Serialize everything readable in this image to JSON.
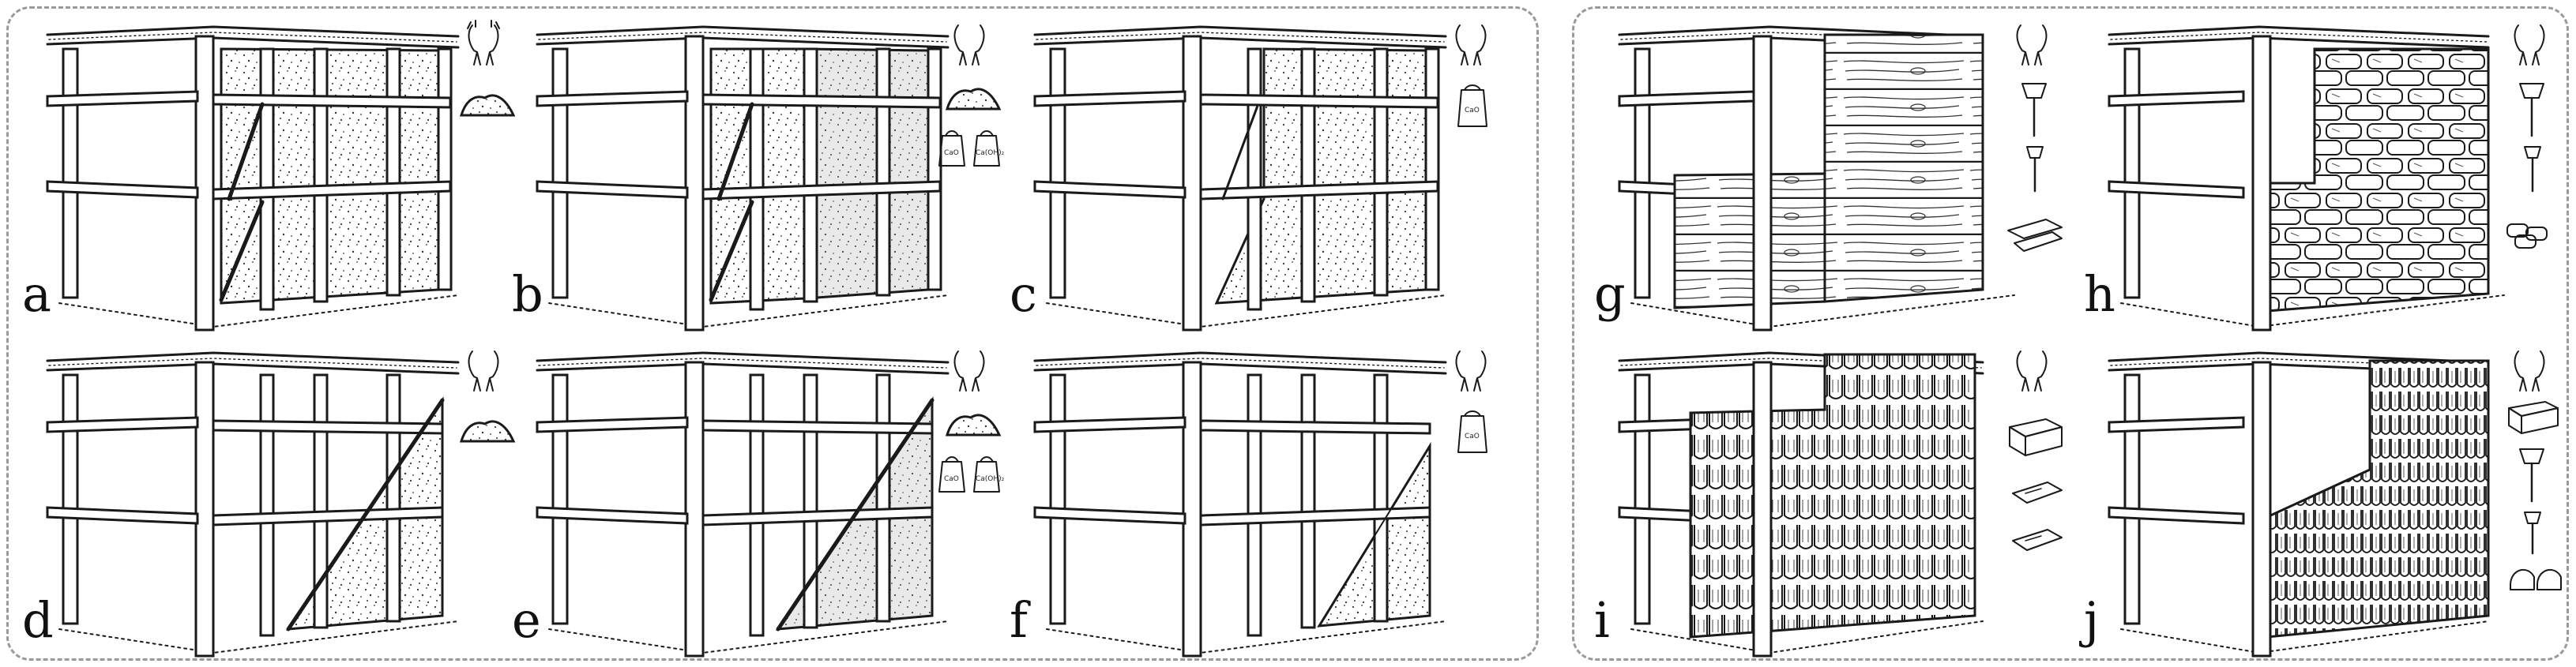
{
  "panels": [
    {
      "id": "a",
      "label": "a",
      "infill": "clay-plaster-full-bays",
      "tools": [
        "hands-icon",
        "soil-pile-icon"
      ]
    },
    {
      "id": "b",
      "label": "b",
      "infill": "lime-plaster-full-bays",
      "tools": [
        "hands-icon",
        "soil-pile-icon",
        "lime-sack-icon",
        "lime-sack-icon"
      ]
    },
    {
      "id": "c",
      "label": "c",
      "infill": "plaster-wall-section",
      "tools": [
        "hands-icon",
        "lime-sack-icon"
      ]
    },
    {
      "id": "d",
      "label": "d",
      "infill": "clay-triangle",
      "tools": [
        "hands-icon",
        "soil-pile-icon"
      ]
    },
    {
      "id": "e",
      "label": "e",
      "infill": "lime-triangle",
      "tools": [
        "hands-icon",
        "soil-pile-icon",
        "lime-sack-icon",
        "lime-sack-icon"
      ]
    },
    {
      "id": "f",
      "label": "f",
      "infill": "plaster-triangle-thin",
      "tools": [
        "hands-icon",
        "lime-sack-icon"
      ]
    },
    {
      "id": "g",
      "label": "g",
      "infill": "wooden-planks",
      "tools": [
        "hands-icon",
        "axe-icon",
        "axe-icon",
        "plank-bundle-icon"
      ]
    },
    {
      "id": "h",
      "label": "h",
      "infill": "stone-cladding",
      "tools": [
        "hands-icon",
        "axe-icon",
        "axe-icon",
        "stone-pile-icon"
      ]
    },
    {
      "id": "i",
      "label": "i",
      "infill": "large-shingles",
      "tools": [
        "hands-icon",
        "shingle-mould-icon",
        "shingle-icon",
        "shingle-icon"
      ]
    },
    {
      "id": "j",
      "label": "j",
      "infill": "small-shingles",
      "tools": [
        "hands-icon",
        "shingle-mould-icon",
        "axe-icon",
        "axe-icon",
        "shingle-icon"
      ]
    }
  ],
  "sack_labels": {
    "lime_a": "CaO",
    "lime_b": "Ca(OH)₂"
  },
  "colors": {
    "ink": "#1a1a1a",
    "frame": "#9a9a9a",
    "lime_tint": "#e9e9e9"
  }
}
